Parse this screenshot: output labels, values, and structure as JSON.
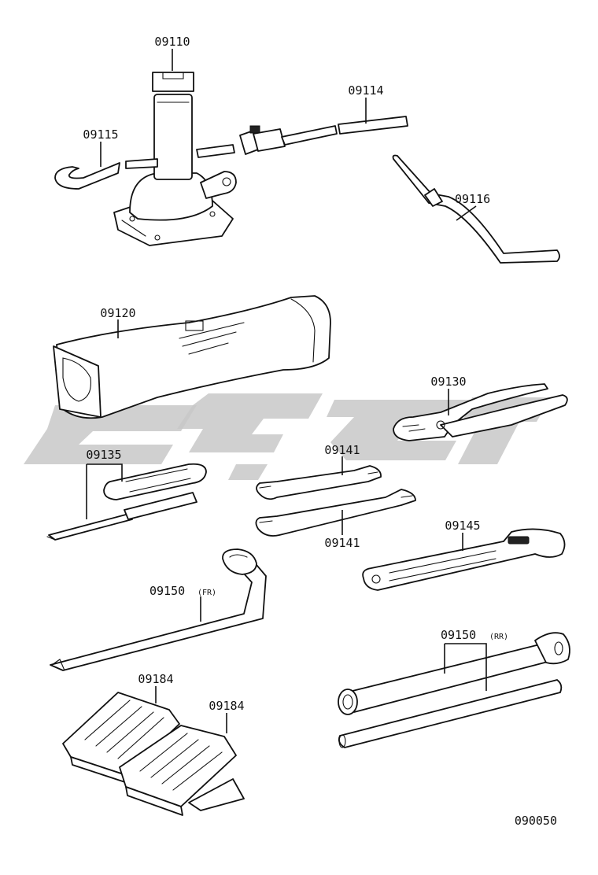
{
  "diagram_id": "090050",
  "parts": [
    {
      "key": "jack",
      "number": "09110",
      "suffix": "",
      "icon": "screw-jack"
    },
    {
      "key": "extension-bar",
      "number": "09114",
      "suffix": "",
      "icon": "jack-extension-bar"
    },
    {
      "key": "hook",
      "number": "09115",
      "suffix": "",
      "icon": "jack-hook"
    },
    {
      "key": "jack-handle",
      "number": "09116",
      "suffix": "",
      "icon": "jack-handle"
    },
    {
      "key": "tool-bag",
      "number": "09120",
      "suffix": "",
      "icon": "tool-bag"
    },
    {
      "key": "pliers",
      "number": "09130",
      "suffix": "",
      "icon": "pliers"
    },
    {
      "key": "screwdriver",
      "number": "09135",
      "suffix": "",
      "icon": "screwdriver-set"
    },
    {
      "key": "wrench-upper",
      "number": "09141",
      "suffix": "",
      "icon": "open-end-wrench"
    },
    {
      "key": "wrench-lower",
      "number": "09141",
      "suffix": "",
      "icon": "open-end-wrench"
    },
    {
      "key": "adjustable-wrench",
      "number": "09145",
      "suffix": "",
      "icon": "adjustable-wrench"
    },
    {
      "key": "wheel-wrench-fr",
      "number": "09150",
      "suffix": "(FR)",
      "icon": "lug-wrench"
    },
    {
      "key": "wheel-wrench-rr",
      "number": "09150",
      "suffix": "(RR)",
      "icon": "socket-wrench"
    },
    {
      "key": "chock-left",
      "number": "09184",
      "suffix": "",
      "icon": "wheel-chock"
    },
    {
      "key": "chock-right",
      "number": "09184",
      "suffix": "",
      "icon": "wheel-chock"
    }
  ],
  "colors": {
    "ink": "#111111",
    "watermark": "#c8c8c8",
    "background": "#ffffff"
  }
}
